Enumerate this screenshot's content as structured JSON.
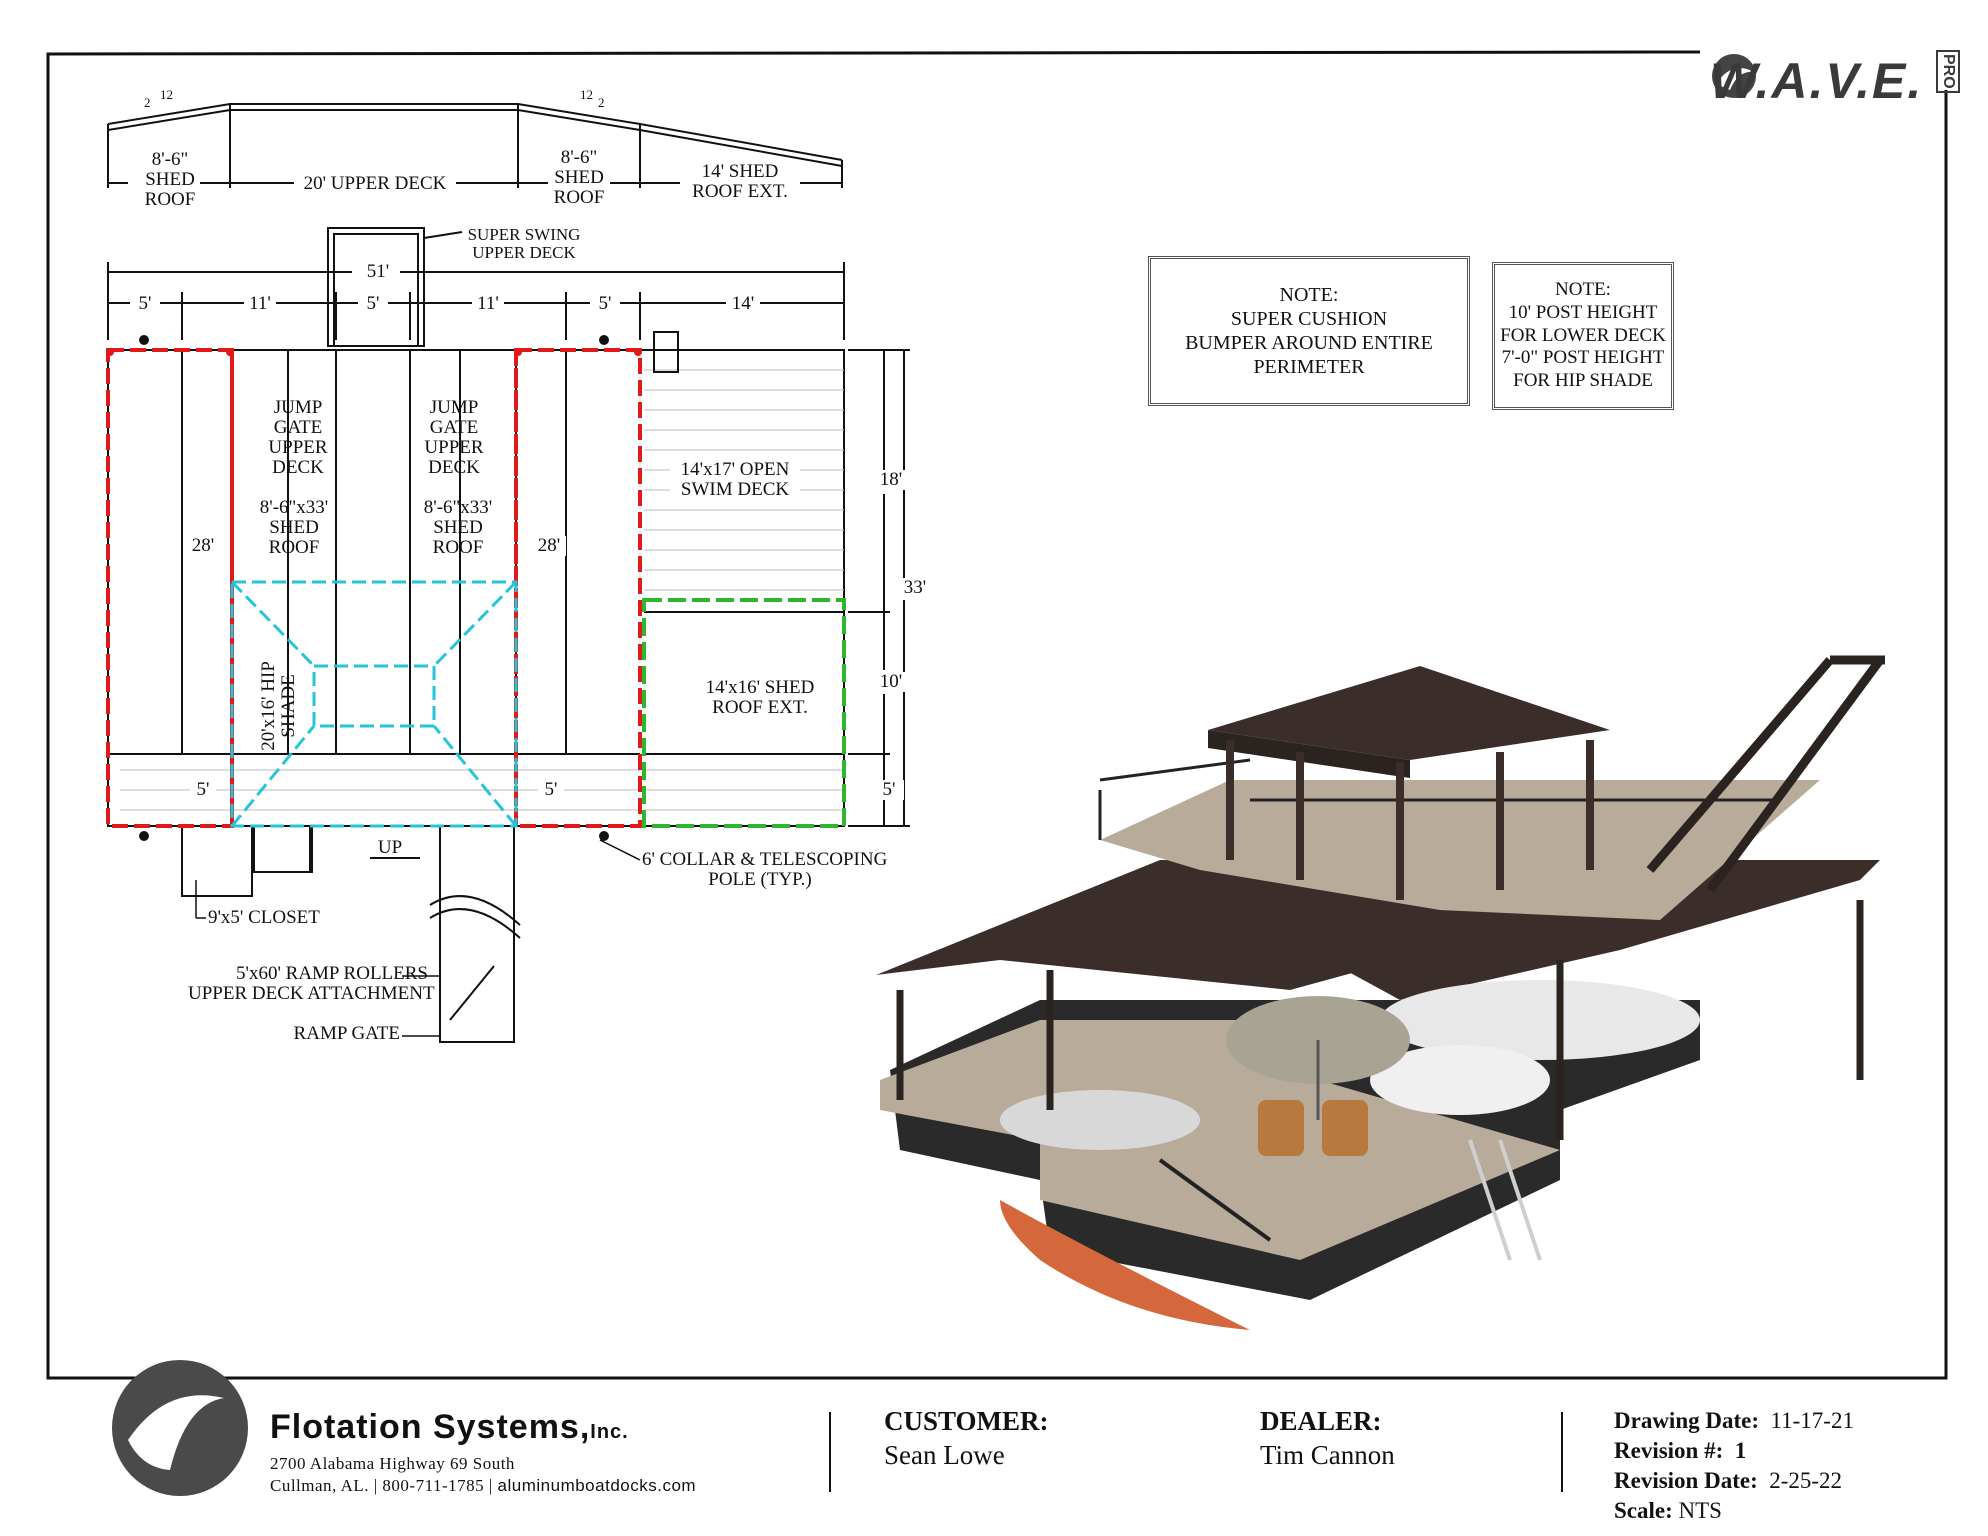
{
  "brand": {
    "wave_logo": "W.A.V.E.",
    "wave_pro": "PRO",
    "company": "Flotation Systems,",
    "company_inc": "Inc.",
    "address1": "2700 Alabama Highway 69 South",
    "address2": "Cullman, AL.  |  800-711-1785  |",
    "website": "aluminumboatdocks.com"
  },
  "title_block": {
    "customer_label": "CUSTOMER:",
    "customer": "Sean Lowe",
    "dealer_label": "DEALER:",
    "dealer": "Tim Cannon",
    "drawing_date_label": "Drawing Date:",
    "drawing_date": "11-17-21",
    "revision_label": "Revision #:",
    "revision": "1",
    "revision_date_label": "Revision Date:",
    "revision_date": "2-25-22",
    "scale_label": "Scale:",
    "scale": "NTS"
  },
  "notes": {
    "note1": [
      "NOTE:",
      "SUPER CUSHION",
      "BUMPER AROUND ENTIRE",
      "PERIMETER"
    ],
    "note2": [
      "NOTE:",
      "10' POST HEIGHT",
      "FOR LOWER DECK",
      "7'-0\" POST HEIGHT",
      "FOR HIP SHADE"
    ]
  },
  "roof_profile": {
    "pitch_left": [
      "2",
      "12"
    ],
    "pitch_right": [
      "12",
      "2"
    ],
    "shed_left": [
      "8'-6\"",
      "SHED",
      "ROOF"
    ],
    "upper_deck": "20' UPPER DECK",
    "shed_right": [
      "8'-6\"",
      "SHED",
      "ROOF"
    ],
    "shed_ext": [
      "14' SHED",
      "ROOF EXT."
    ]
  },
  "plan": {
    "super_swing": [
      "SUPER SWING",
      "UPPER DECK"
    ],
    "overall_width": "51'",
    "segments": [
      "5'",
      "11'",
      "5'",
      "11'",
      "5'",
      "14'"
    ],
    "jump_gate_left": [
      "JUMP",
      "GATE",
      "UPPER",
      "DECK"
    ],
    "jump_gate_right": [
      "JUMP",
      "GATE",
      "UPPER",
      "DECK"
    ],
    "shed_roof_left": [
      "8'-6\"x33'",
      "SHED",
      "ROOF"
    ],
    "shed_roof_right": [
      "8'-6\"x33'",
      "SHED",
      "ROOF"
    ],
    "slip_left": "28'",
    "slip_right": "28'",
    "hip_shade": [
      "20'x16' HIP",
      "SHADE"
    ],
    "swim_deck": [
      "14'x17' OPEN",
      "SWIM DECK"
    ],
    "shed_ext": [
      "14'x16' SHED",
      "ROOF EXT."
    ],
    "dim_18": "18'",
    "dim_33": "33'",
    "dim_10": "10'",
    "dim_5_right": "5'",
    "dim_5_left": "5'",
    "dim_5_mid": "5'",
    "up": "UP",
    "collar": [
      "6' COLLAR & TELESCOPING",
      "POLE (TYP.)"
    ],
    "closet": "9'x5' CLOSET",
    "ramp": [
      "5'x60' RAMP ROLLERS",
      "UPPER DECK ATTACHMENT"
    ],
    "ramp_gate": "RAMP GATE"
  },
  "colors": {
    "red_outline": "#e0191b",
    "cyan_shade": "#26c4d8",
    "green_ext": "#2fb52f",
    "dock_roof": "#3b2e2a",
    "deck": "#b9ab9a",
    "kayak": "#d4683c"
  }
}
